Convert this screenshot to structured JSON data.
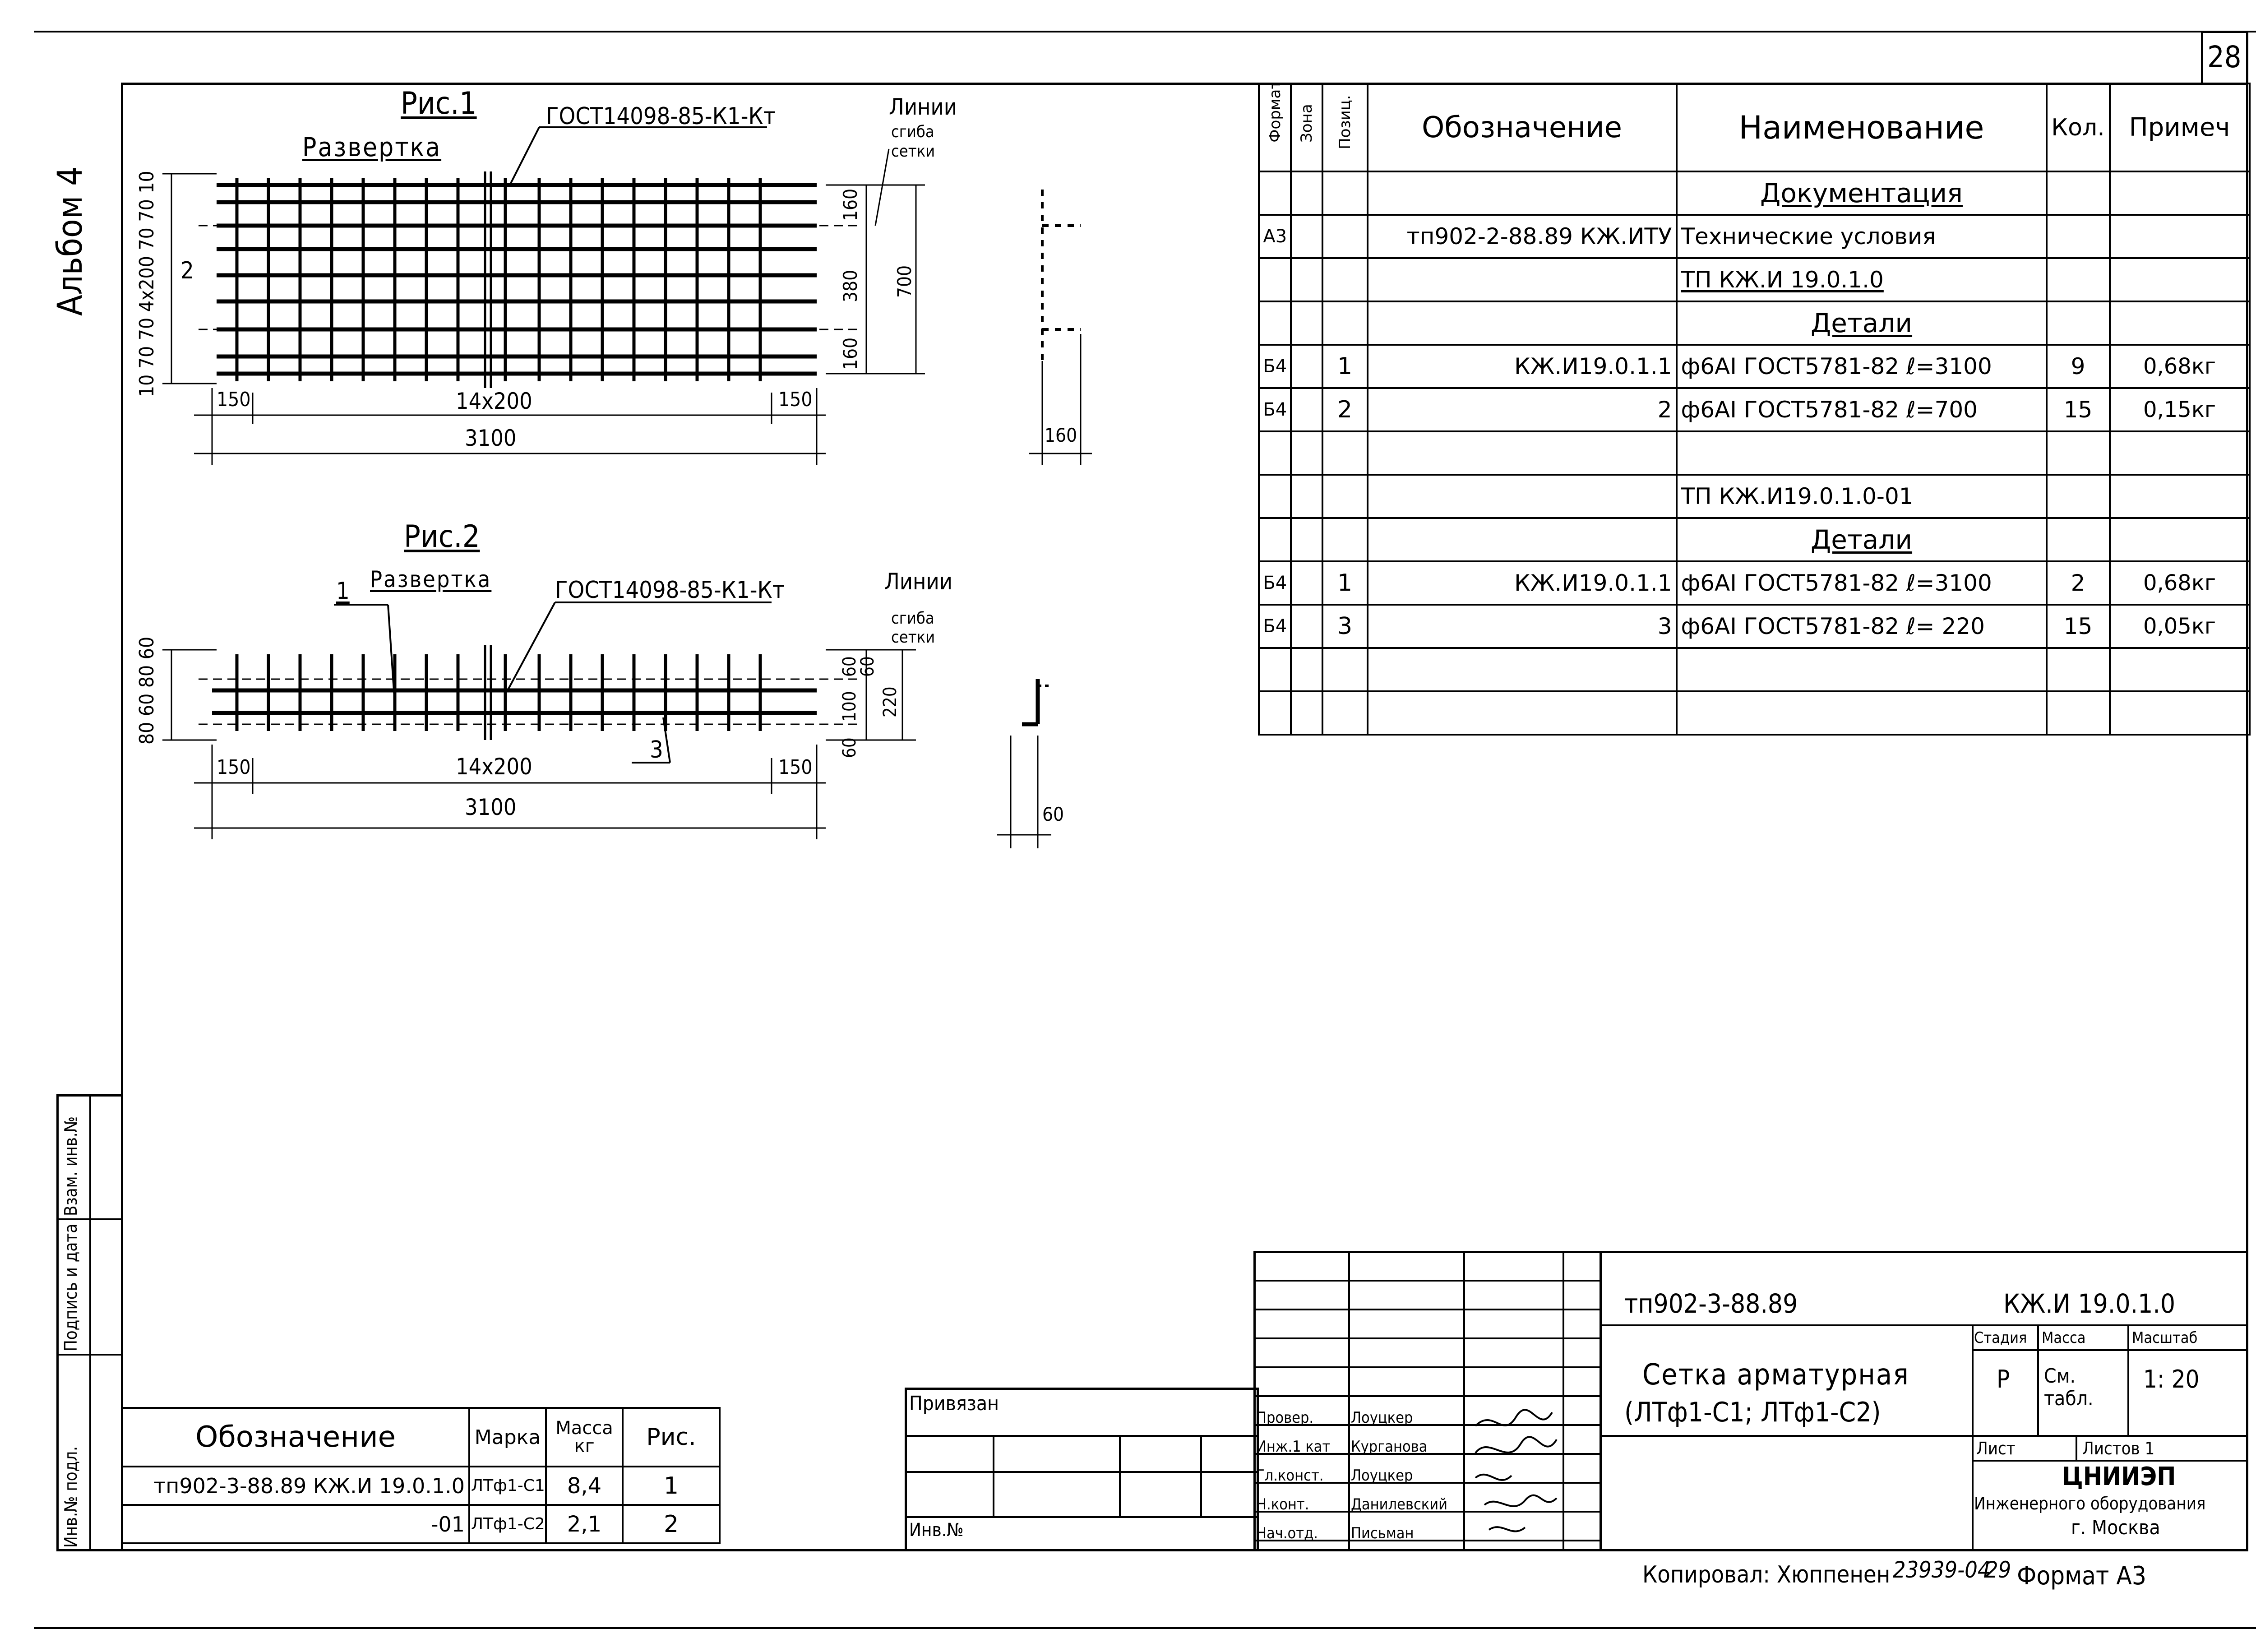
{
  "sheet_number": "28",
  "album": "Альбом 4",
  "fig1": {
    "title": "Рис.1",
    "subtitle": "Развертка",
    "gost": "ГОСТ14098-85-К1-Кт",
    "bend_lines": [
      "Линии",
      "сгиба",
      "сетки"
    ],
    "dim_left": "10 70 70 4х200 70 70 10",
    "marker_2": "2",
    "dim_160a": "160",
    "dim_380": "380",
    "dim_160b": "160",
    "dim_700": "700",
    "dim_150a": "150",
    "dim_14x200": "14х200",
    "dim_150b": "150",
    "dim_3100": "3100",
    "section_dim": "160"
  },
  "fig2": {
    "title": "Рис.2",
    "subtitle": "Развертка",
    "marker_1": "1",
    "gost": "ГОСТ14098-85-К1-Кт",
    "bend_lines": [
      "Линии",
      "сгиба",
      "сетки"
    ],
    "dim_left": "80 60 80 60",
    "dim_60a": "60",
    "dim_60b": "60",
    "dim_100": "100",
    "dim_60c": "60",
    "dim_220": "220",
    "marker_3": "3",
    "dim_150a": "150",
    "dim_14x200": "14х200",
    "dim_150b": "150",
    "dim_3100": "3100",
    "section_dim": "60"
  },
  "spec": {
    "headers": {
      "format": "Формат",
      "zone": "Зона",
      "pos": "Позиц.",
      "designation": "Обозначение",
      "name": "Наименование",
      "qty": "Кол.",
      "note": "Примеч"
    },
    "rows": [
      {
        "format": "",
        "zone": "",
        "pos": "",
        "designation": "",
        "name": "Документация",
        "name_style": "section",
        "qty": "",
        "note": ""
      },
      {
        "format": "А3",
        "zone": "",
        "pos": "",
        "designation": "тп902-2-88.89 КЖ.ИТУ",
        "name": "Технические условия",
        "qty": "",
        "note": ""
      },
      {
        "format": "",
        "zone": "",
        "pos": "",
        "designation": "",
        "name": "ТП КЖ.И 19.0.1.0",
        "name_style": "u",
        "qty": "",
        "note": ""
      },
      {
        "format": "",
        "zone": "",
        "pos": "",
        "designation": "",
        "name": "Детали",
        "name_style": "section",
        "qty": "",
        "note": ""
      },
      {
        "format": "Б4",
        "zone": "",
        "pos": "1",
        "designation": "КЖ.И19.0.1.1",
        "name": "ф6АI ГОСТ5781-82 ℓ=3100",
        "qty": "9",
        "note": "0,68кг"
      },
      {
        "format": "Б4",
        "zone": "",
        "pos": "2",
        "designation": "2",
        "name": "ф6АI ГОСТ5781-82 ℓ=700",
        "qty": "15",
        "note": "0,15кг"
      },
      {
        "format": "",
        "zone": "",
        "pos": "",
        "designation": "",
        "name": "",
        "qty": "",
        "note": ""
      },
      {
        "format": "",
        "zone": "",
        "pos": "",
        "designation": "",
        "name": "ТП КЖ.И19.0.1.0-01",
        "qty": "",
        "note": ""
      },
      {
        "format": "",
        "zone": "",
        "pos": "",
        "designation": "",
        "name": "Детали",
        "name_style": "section",
        "qty": "",
        "note": ""
      },
      {
        "format": "Б4",
        "zone": "",
        "pos": "1",
        "designation": "КЖ.И19.0.1.1",
        "name": "ф6АI ГОСТ5781-82 ℓ=3100",
        "qty": "2",
        "note": "0,68кг"
      },
      {
        "format": "Б4",
        "zone": "",
        "pos": "3",
        "designation": "3",
        "name": "ф6АI ГОСТ5781-82 ℓ= 220",
        "qty": "15",
        "note": "0,05кг"
      },
      {
        "format": "",
        "zone": "",
        "pos": "",
        "designation": "",
        "name": "",
        "qty": "",
        "note": ""
      },
      {
        "format": "",
        "zone": "",
        "pos": "",
        "designation": "",
        "name": "",
        "qty": "",
        "note": ""
      }
    ]
  },
  "marks_table": {
    "headers": {
      "designation": "Обозначение",
      "mark": "Марка",
      "mass": "Масса кг",
      "fig": "Рис."
    },
    "rows": [
      {
        "designation": "тп902-3-88.89 КЖ.И 19.0.1.0",
        "mark": "ЛТф1-С1",
        "mass": "8,4",
        "fig": "1"
      },
      {
        "designation": "-01",
        "mark": "ЛТф1-С2",
        "mass": "2,1",
        "fig": "2"
      }
    ]
  },
  "side_stamp": [
    "Инв.№ подл.",
    "Подпись и дата",
    "Взам. инв.№"
  ],
  "privyazan": {
    "label": "Привязан",
    "inv": "Инв.№"
  },
  "title_block": {
    "project": "тп902-3-88.89",
    "code": "КЖ.И 19.0.1.0",
    "title_line1": "Сетка арматурная",
    "title_line2": "(ЛТф1-С1; ЛТф1-С2)",
    "headers": {
      "stage": "Стадия",
      "mass": "Масса",
      "scale": "Масштаб"
    },
    "stage": "Р",
    "mass": "См. табл.",
    "scale": "1: 20",
    "sheet_label": "Лист",
    "sheets_label": "Листов 1",
    "org_name": "ЦНИИЭП",
    "org_sub": "Инженерного оборудования",
    "org_city": "г. Москва",
    "signers": [
      {
        "role": "Провер.",
        "name": "Лоуцкер"
      },
      {
        "role": "Инж.1 кат",
        "name": "Курганова"
      },
      {
        "role": "Гл.конст.",
        "name": "Лоуцкер"
      },
      {
        "role": "Н.конт.",
        "name": "Данилевский"
      },
      {
        "role": "Нач.отд.",
        "name": "Письман"
      }
    ]
  },
  "footer": {
    "copied": "Копировал: Хюппенен",
    "number": "23939-04",
    "num2": "29",
    "format": "Формат А3"
  }
}
